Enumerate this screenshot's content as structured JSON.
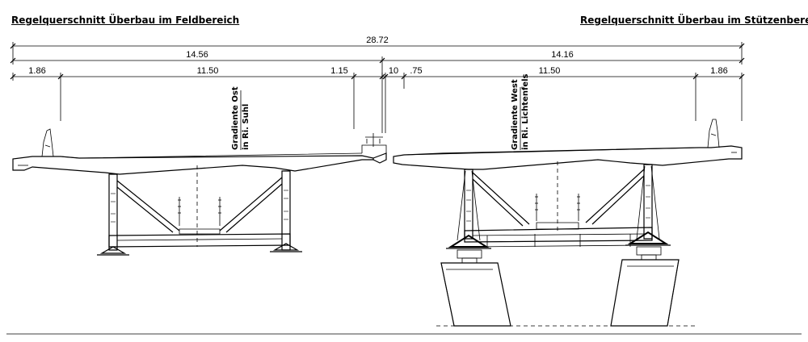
{
  "titles": {
    "left": "Regelquerschnitt Überbau im Feldbereich",
    "right": "Regelquerschnitt Überbau im Stützenbereich"
  },
  "dimensions": {
    "total": "28.72",
    "left_total": "14.56",
    "right_total": "14.16",
    "left_cap": "1.86",
    "left_roadway": "11.50",
    "left_edge": "1.15",
    "gap_a": "10",
    "gap_b": ".75",
    "right_roadway": "11.50",
    "right_cap": "1.86"
  },
  "gradients": {
    "east_line1": "Gradiente Ost",
    "east_line2": "in Ri. Suhl",
    "west_line1": "Gradiente West",
    "west_line2": "in Ri. Lichtenfels"
  },
  "colors": {
    "ink": "#000000",
    "paper": "#ffffff"
  }
}
